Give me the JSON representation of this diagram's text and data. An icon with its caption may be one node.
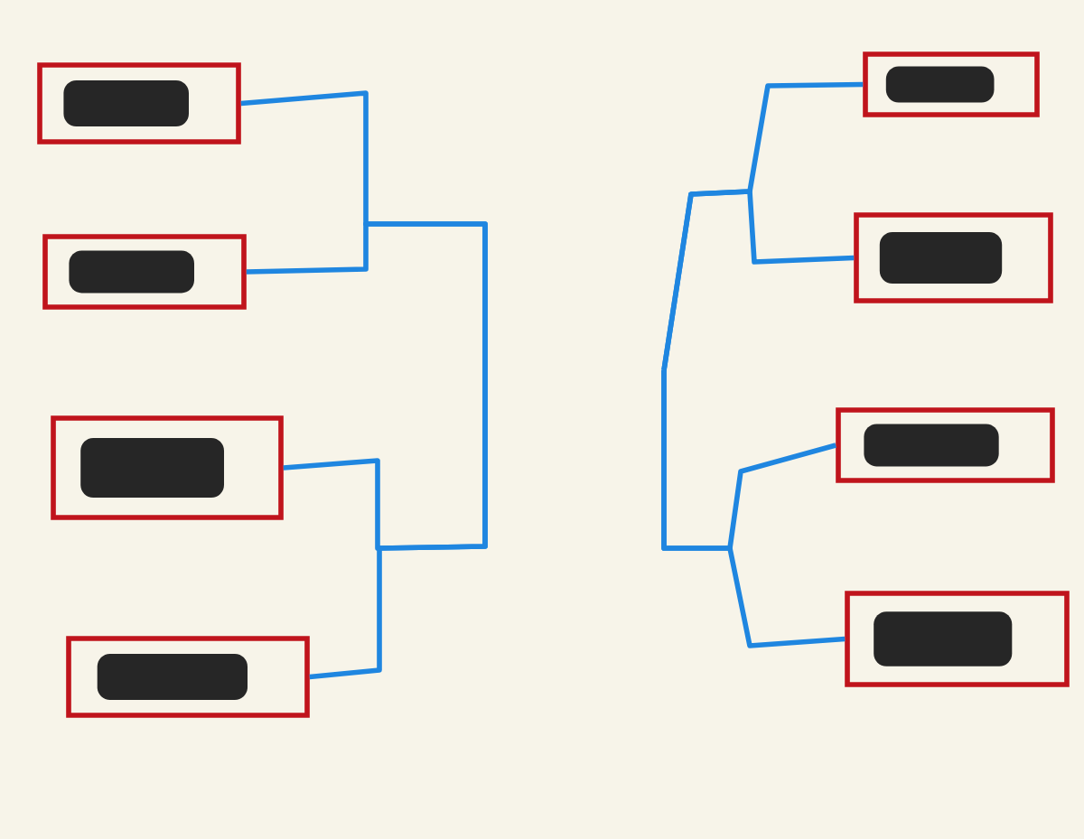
{
  "diagram": {
    "nodes": [
      {
        "text": [],
        "shape": "box"
      },
      {
        "text": [],
        "shape": "box"
      },
      {
        "text": [],
        "shape": "box"
      },
      {
        "text": [],
        "shape": "box"
      },
      {
        "text": [],
        "shape": "box"
      },
      {
        "text": [],
        "shape": "box"
      },
      {
        "text": [],
        "shape": "box"
      },
      {
        "text": [],
        "shape": "box"
      }
    ],
    "edges": [
      {
        "from": 0,
        "to": null,
        "arrow": "none"
      },
      {
        "from": 1,
        "to": null,
        "arrow": "none"
      },
      {
        "from": 2,
        "to": null,
        "arrow": "none"
      },
      {
        "from": 3,
        "to": null,
        "arrow": "none"
      },
      {
        "from": 4,
        "to": null,
        "arrow": "none"
      },
      {
        "from": 5,
        "to": null,
        "arrow": "none"
      },
      {
        "from": 6,
        "to": null,
        "arrow": "none"
      },
      {
        "from": 7,
        "to": null,
        "arrow": "none"
      }
    ]
  }
}
